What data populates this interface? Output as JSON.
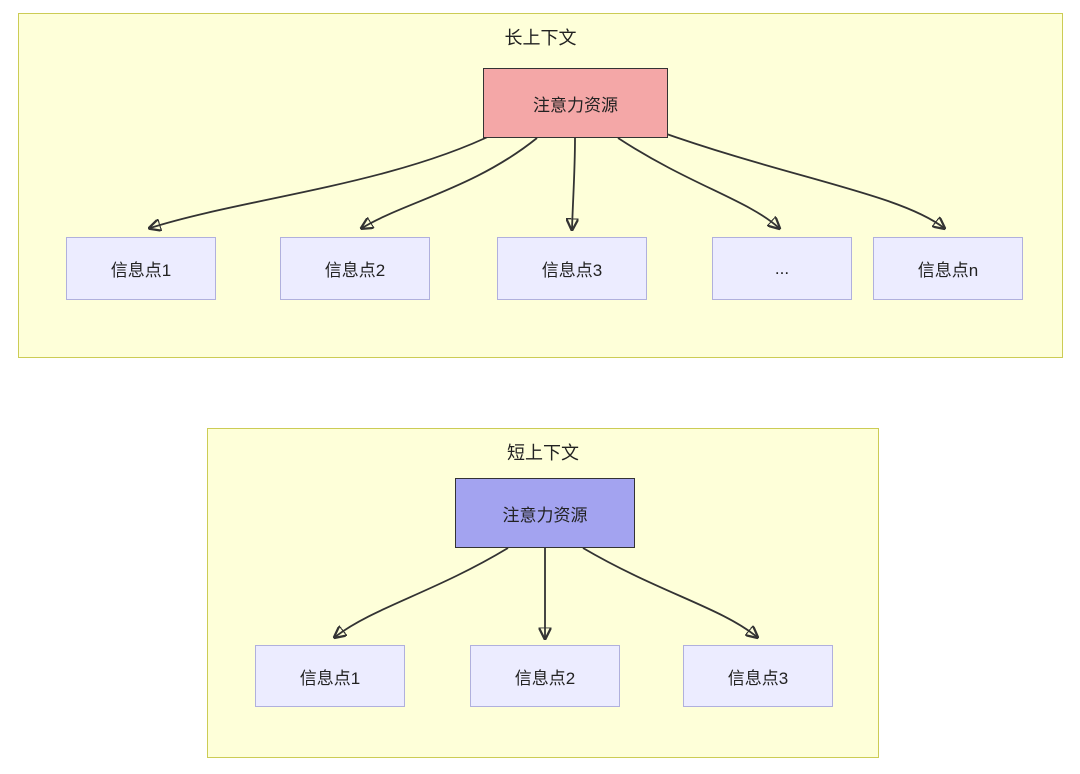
{
  "diagram": {
    "type": "attention-allocation-comparison",
    "colors": {
      "cluster_fill": "#feffd9",
      "cluster_border": "#cccc55",
      "long_root_fill": "#f4a7a7",
      "short_root_fill": "#a3a3f0",
      "info_node_fill": "#ececff",
      "info_node_border": "#b0b0dd",
      "edge_stroke": "#333333"
    },
    "long_context": {
      "title": "长上下文",
      "root": {
        "label": "注意力资源"
      },
      "nodes": [
        {
          "label": "信息点1"
        },
        {
          "label": "信息点2"
        },
        {
          "label": "信息点3"
        },
        {
          "label": "..."
        },
        {
          "label": "信息点n"
        }
      ]
    },
    "short_context": {
      "title": "短上下文",
      "root": {
        "label": "注意力资源"
      },
      "nodes": [
        {
          "label": "信息点1"
        },
        {
          "label": "信息点2"
        },
        {
          "label": "信息点3"
        }
      ]
    }
  }
}
